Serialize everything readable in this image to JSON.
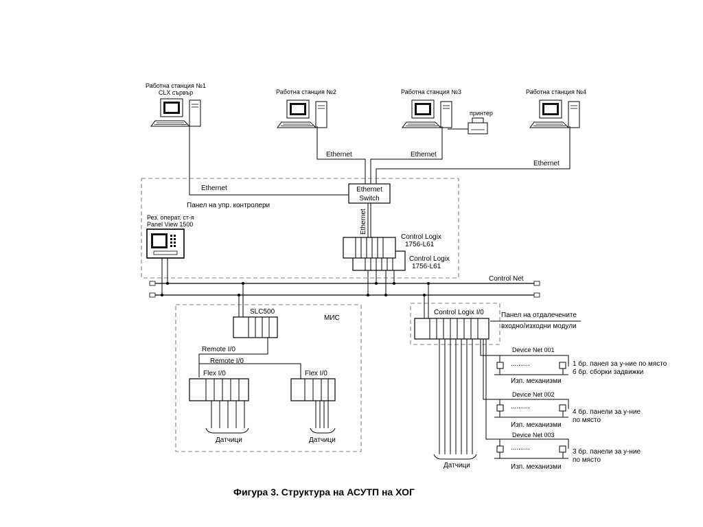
{
  "stations": [
    {
      "label_1": "Работна станция №1",
      "label_2": "CLX сървър"
    },
    {
      "label_1": "Работна станция №2"
    },
    {
      "label_1": "Работна станция №3"
    },
    {
      "label_1": "Работна станция №4"
    }
  ],
  "printer_label": "принтер",
  "ethernet_label": "Ethernet",
  "switch": {
    "line_1": "Ethernet",
    "line_2": "Switch"
  },
  "control_panel_label": "Панел на упр. контролери",
  "panelview": {
    "line_1": "Рез. операт. ст-я",
    "line_2": "Panel View 1500"
  },
  "controllers": [
    {
      "line_1": "Control Logix",
      "line_2": "1756-L61"
    },
    {
      "line_1": "Control Logix",
      "line_2": "1756-L61"
    }
  ],
  "control_net_label": "Control Net",
  "mis_label": "МИС",
  "slc_label": "SLC500",
  "remote_io_label": "Remote I/0",
  "flex_io_label": "Flex I/0",
  "sensors_label": "Датчици",
  "clx_io_label": "Control Logix I/0",
  "remote_panel": {
    "line_1": "Панел на отдалечените",
    "line_2": "входно/изходни модули"
  },
  "device_nets": [
    {
      "name": "Device Net 001",
      "desc_1": "1 бр. панел за у-ние по място",
      "desc_2": "6 бр. сборки задвижки"
    },
    {
      "name": "Device Net 002",
      "desc_1": "4 бр. панели за у-ние",
      "desc_2": "по място"
    },
    {
      "name": "Device Net 003",
      "desc_1": "3 бр. панели за у-ние",
      "desc_2": "по място"
    }
  ],
  "mechanisms_label": "Изп. механизми",
  "dots": "..........",
  "caption": "Фигура 3. Структура на АСУТП на ХОГ"
}
